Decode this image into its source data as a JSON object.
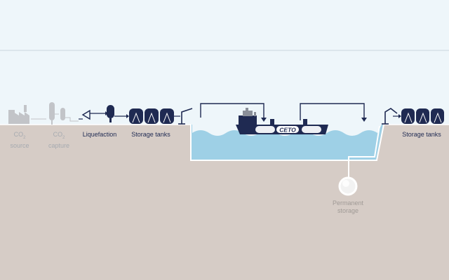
{
  "colors": {
    "sky": "#eef6fa",
    "ground": "#d6ccc6",
    "water": "#9ed0e6",
    "navy": "#1f2a52",
    "faded": "#c2c4c8",
    "white": "#ffffff"
  },
  "labels": {
    "co2_source": {
      "main": "CO",
      "sub": "2",
      "rest": "source"
    },
    "co2_capture": {
      "main": "CO",
      "sub": "2",
      "rest": "capture"
    },
    "liquefaction": "Liquefaction",
    "storage_tanks_left": "Storage tanks",
    "storage_tanks_right": "Storage tanks",
    "permanent_storage_line1": "Permanent",
    "permanent_storage_line2": "storage"
  },
  "ship": {
    "name": "CETO"
  }
}
